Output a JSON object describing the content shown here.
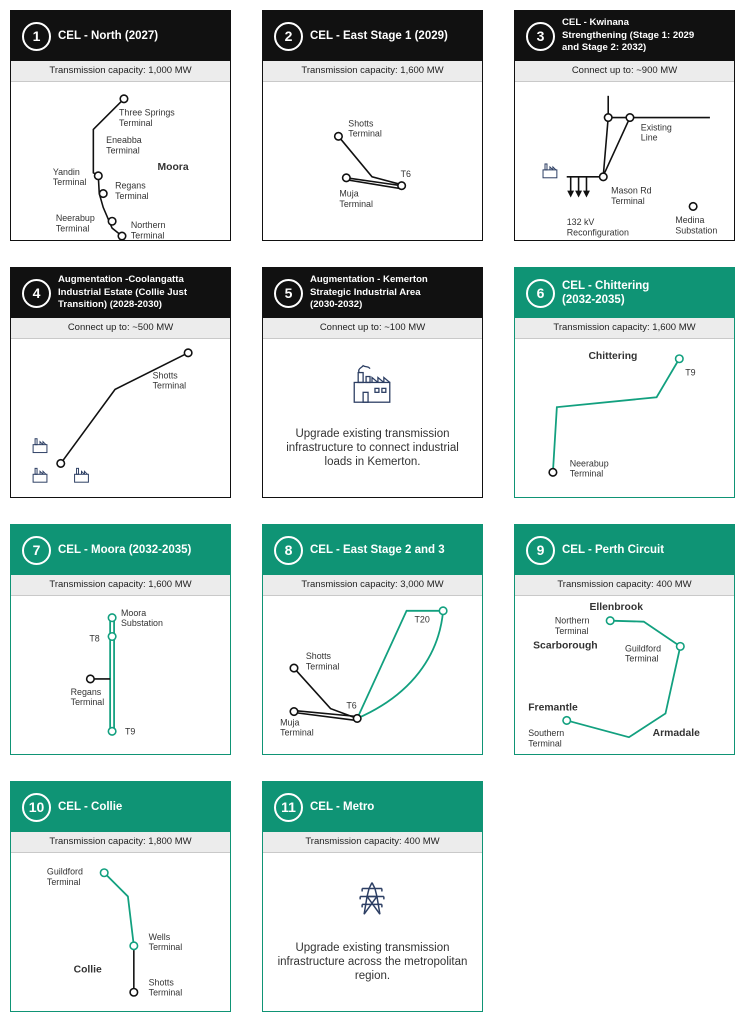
{
  "colors": {
    "black_header": "#111111",
    "green_header": "#0f9475",
    "green_line": "#12a07f"
  },
  "cards": [
    {
      "number": "1",
      "title": "CEL - North (2027)",
      "caption": "Transmission capacity: 1,000 MW",
      "labels": {
        "three_springs": "Three Springs\nTerminal",
        "eneabba": "Eneabba\nTerminal",
        "moora": "Moora",
        "yandin": "Yandin\nTerminal",
        "regans": "Regans\nTerminal",
        "neerabup": "Neerabup\nTerminal",
        "northern": "Northern\nTerminal"
      }
    },
    {
      "number": "2",
      "title": "CEL - East Stage 1 (2029)",
      "caption": "Transmission capacity: 1,600 MW",
      "labels": {
        "shotts": "Shotts\nTerminal",
        "t6": "T6",
        "muja": "Muja\nTerminal"
      }
    },
    {
      "number": "3",
      "title": "CEL - Kwinana\nStrengthening (Stage 1: 2029\nand Stage 2: 2032)",
      "caption": "Connect up to: ~900 MW",
      "labels": {
        "existing_line": "Existing\nLine",
        "mason_rd": "Mason Rd\nTerminal",
        "kv132": "132 kV\nReconfiguration",
        "medina": "Medina\nSubstation"
      }
    },
    {
      "number": "4",
      "title": "Augmentation -Coolangatta\nIndustrial Estate (Collie Just\nTransition) (2028-2030)",
      "caption": "Connect up to: ~500 MW",
      "labels": {
        "shotts": "Shotts\nTerminal"
      }
    },
    {
      "number": "5",
      "title": "Augmentation - Kemerton\nStrategic Industrial Area\n(2030-2032)",
      "caption": "Connect up to: ~100 MW",
      "description": "Upgrade existing transmission infrastructure to connect industrial loads in Kemerton."
    },
    {
      "number": "6",
      "title": "CEL - Chittering\n(2032-2035)",
      "caption": "Transmission capacity: 1,600 MW",
      "labels": {
        "chittering": "Chittering",
        "t9": "T9",
        "neerabup": "Neerabup\nTerminal"
      }
    },
    {
      "number": "7",
      "title": "CEL - Moora (2032-2035)",
      "caption": "Transmission capacity: 1,600 MW",
      "labels": {
        "moora": "Moora\nSubstation",
        "t8": "T8",
        "regans": "Regans\nTerminal",
        "t9": "T9"
      }
    },
    {
      "number": "8",
      "title": "CEL - East Stage 2 and 3",
      "caption": "Transmission capacity: 3,000 MW",
      "labels": {
        "t20": "T20",
        "shotts": "Shotts\nTerminal",
        "t6": "T6",
        "muja": "Muja\nTerminal"
      }
    },
    {
      "number": "9",
      "title": "CEL - Perth Circuit",
      "caption": "Transmission capacity: 400 MW",
      "labels": {
        "ellenbrook": "Ellenbrook",
        "northern": "Northern\nTerminal",
        "scarborough": "Scarborough",
        "guildford": "Guildford\nTerminal",
        "fremantle": "Fremantle",
        "southern": "Southern\nTerminal",
        "armadale": "Armadale"
      }
    },
    {
      "number": "10",
      "title": "CEL - Collie",
      "caption": "Transmission capacity: 1,800 MW",
      "labels": {
        "guildford": "Guildford\nTerminal",
        "wells": "Wells\nTerminal",
        "collie": "Collie",
        "shotts": "Shotts\nTerminal"
      }
    },
    {
      "number": "11",
      "title": "CEL - Metro",
      "caption": "Transmission capacity: 400 MW",
      "description": "Upgrade existing transmission infrastructure across the metropolitan region."
    }
  ]
}
